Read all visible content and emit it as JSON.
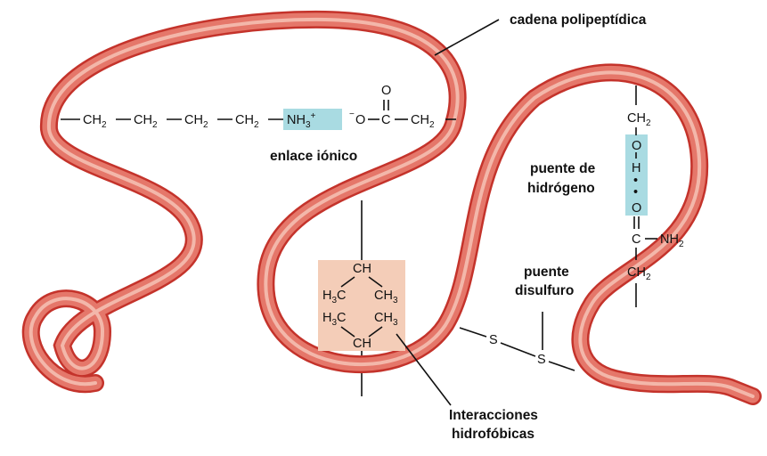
{
  "labels": {
    "chain": "cadena polipeptídica",
    "ionic": "enlace iónico",
    "hbond_line1": "puente de",
    "hbond_line2": "hidrógeno",
    "disulfide_line1": "puente",
    "disulfide_line2": "disulfuro",
    "hydrophobic_line1": "Interacciones",
    "hydrophobic_line2": "hidrofóbicas"
  },
  "ionic_bond": {
    "ch2": "CH",
    "sub2": "2",
    "nh3": "NH",
    "sub3": "3",
    "plus": "+",
    "minus": "−",
    "o_anion": "O",
    "carbon": "C",
    "o_carbonyl": "O"
  },
  "hydrophobic": {
    "ch": "CH",
    "h3c": "H",
    "sub3": "3",
    "c": "C",
    "ch3": "CH"
  },
  "hydrogen_bond": {
    "ch2": "CH",
    "sub2": "2",
    "o_h": "O",
    "h": "H",
    "dots": "•",
    "o_acc": "O",
    "c": "C",
    "nh2": "NH"
  },
  "disulfide": {
    "s": "S"
  },
  "colors": {
    "chain_outline": "#c4332b",
    "chain_fill": "#e5776a",
    "chain_highlight": "#f6c2b5",
    "ionic_highlight": "#a9dbe2",
    "hbond_highlight": "#a9dbe2",
    "hydrophobic_box": "#f4cdb8"
  }
}
